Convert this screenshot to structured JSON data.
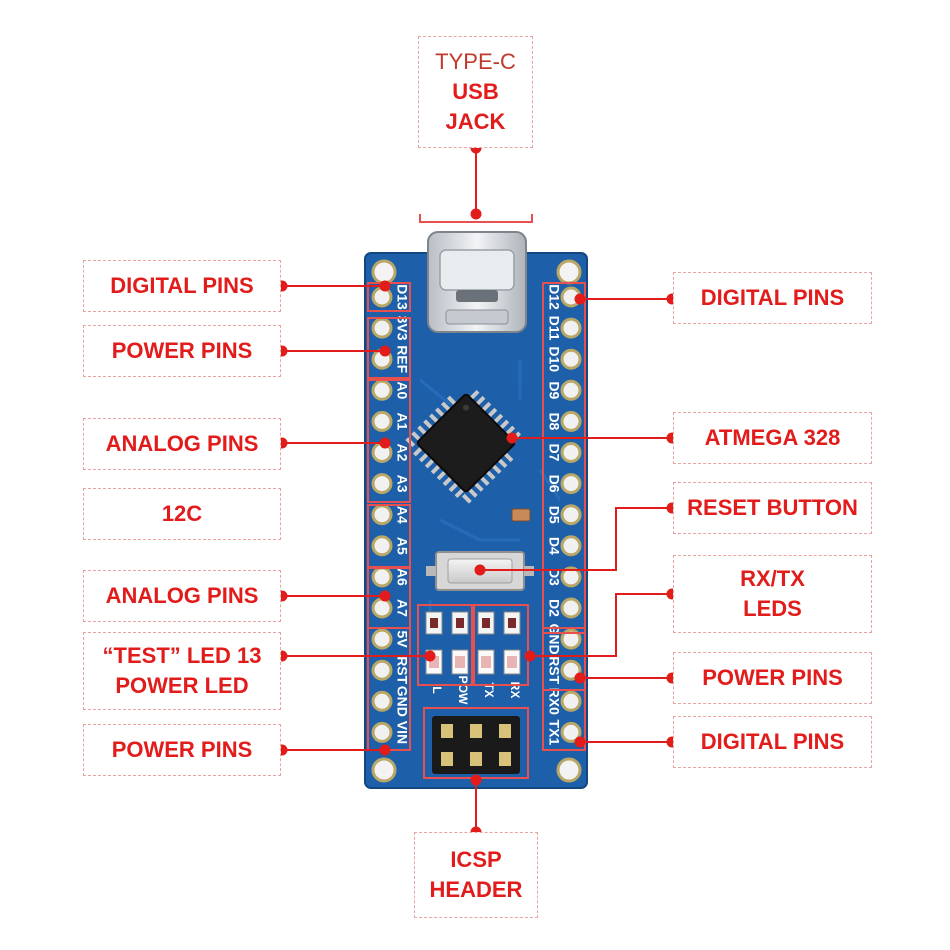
{
  "colors": {
    "accent": "#e21b1b",
    "board": "#1d5fa8",
    "board_dark": "#164c88",
    "pin_gold": "#d8c27a",
    "chip": "#1c1c1c",
    "usb_silver": "#d9dce0"
  },
  "labels": {
    "usb_jack": {
      "line1": "TYPE-C",
      "line2": "USB",
      "line3": "JACK"
    },
    "digital_pins_left": "DIGITAL PINS",
    "power_pins_left_top": "POWER PINS",
    "analog_pins_top": "ANALOG PINS",
    "i2c": "12C",
    "analog_pins_bottom": "ANALOG PINS",
    "test_led": {
      "line1": "“TEST” LED 13",
      "line2": "POWER LED"
    },
    "power_pins_left_bottom": "POWER PINS",
    "digital_pins_right_top": "DIGITAL PINS",
    "atmega": "ATMEGA 328",
    "reset_button": "RESET BUTTON",
    "rxtx_leds": {
      "line1": "RX/TX",
      "line2": "LEDS"
    },
    "power_pins_right": "POWER PINS",
    "digital_pins_right_bottom": "DIGITAL PINS",
    "icsp_header": {
      "line1": "ICSP",
      "line2": "HEADER"
    }
  },
  "pins": {
    "left": [
      "D13",
      "3V3",
      "REF",
      "A0",
      "A1",
      "A2",
      "A3",
      "A4",
      "A5",
      "A6",
      "A7",
      "5V",
      "RST",
      "GND",
      "VIN"
    ],
    "right": [
      "D12",
      "D11",
      "D10",
      "D9",
      "D8",
      "D7",
      "D6",
      "D5",
      "D4",
      "D3",
      "D2",
      "GND",
      "RST",
      "RX0",
      "TX1"
    ]
  },
  "led_labels": [
    "L",
    "POW",
    "TX",
    "RX"
  ]
}
